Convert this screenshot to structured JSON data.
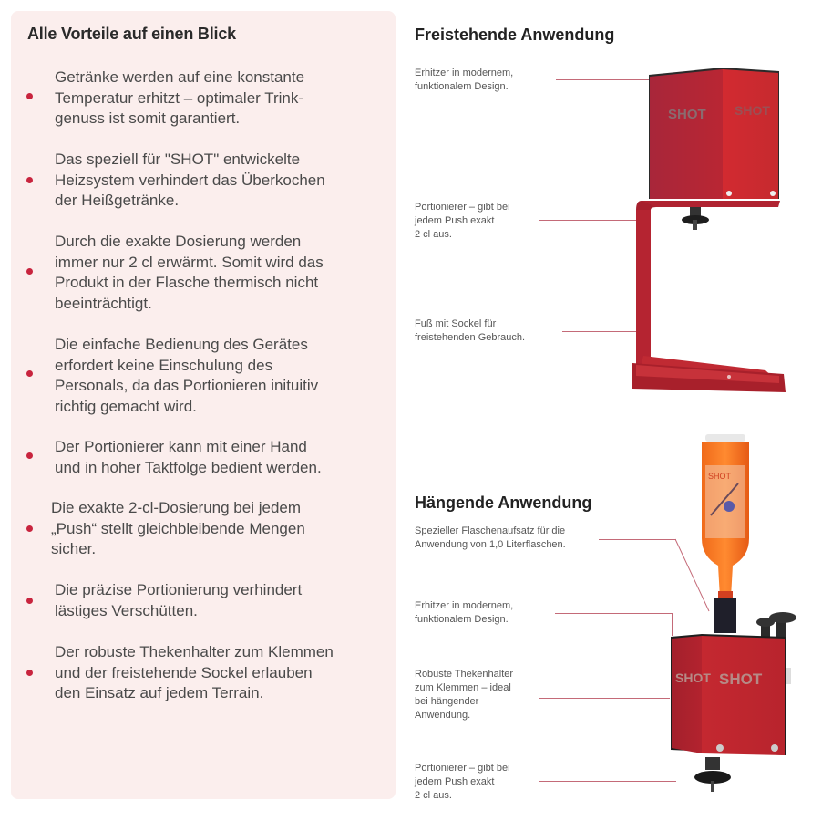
{
  "benefits_panel": {
    "title": "Alle Vorteile auf einen Blick",
    "items": [
      {
        "text": "Getränke werden auf eine konstante\nTemperatur erhitzt – optimaler Trink-\ngenuss ist somit garantiert."
      },
      {
        "text": "Das speziell für \"SHOT\" entwickelte\nHeizsystem verhindert das Überkochen\nder Heißgetränke."
      },
      {
        "text": "Durch die exakte Dosierung werden\nimmer nur 2 cl erwärmt. Somit wird das\nProdukt in der Flasche thermisch nicht\nbeeinträchtigt."
      },
      {
        "text": "Die einfache Bedienung des Gerätes\nerfordert keine Einschulung des\nPersonals, da das Portionieren inituitiv\nrichtig gemacht wird."
      },
      {
        "text": "Der Portionierer kann mit einer Hand\nund in hoher Taktfolge bedient werden."
      },
      {
        "text": "Die exakte 2-cl-Dosierung bei jedem\n„Push“ stellt gleichbleibende Mengen\nsicher."
      },
      {
        "text": "Die präzise Portionierung verhindert\nlästiges Verschütten."
      },
      {
        "text": "Der robuste Thekenhalter zum Klemmen\nund der freistehende Sockel erlauben\nden Einsatz auf jedem Terrain."
      }
    ]
  },
  "freestanding": {
    "title": "Freistehende Anwendung",
    "callouts": [
      {
        "text": "Erhitzer in modernem,\nfunktionalem Design."
      },
      {
        "text": "Portionierer – gibt bei\njedem Push exakt\n2 cl aus."
      },
      {
        "text": "Fuß mit Sockel für\nfreistehenden Gebrauch."
      }
    ],
    "brand_label": "SHOT"
  },
  "hanging": {
    "title": "Hängende Anwendung",
    "callouts": [
      {
        "text": "Spezieller Flaschenaufsatz für die\nAnwendung von 1,0 Literflaschen."
      },
      {
        "text": "Erhitzer in modernem,\nfunktionalem Design."
      },
      {
        "text": "Robuste Thekenhalter\nzum Klemmen – ideal\nbei hängender\nAnwendung."
      },
      {
        "text": "Portionierer – gibt bei\njedem Push exakt\n2 cl aus."
      }
    ],
    "brand_label": "SHOT"
  },
  "colors": {
    "panel_bg": "#fbeeed",
    "bullet": "#c8243e",
    "device_red": "#c0252f",
    "callout_line": "#c46a78"
  }
}
